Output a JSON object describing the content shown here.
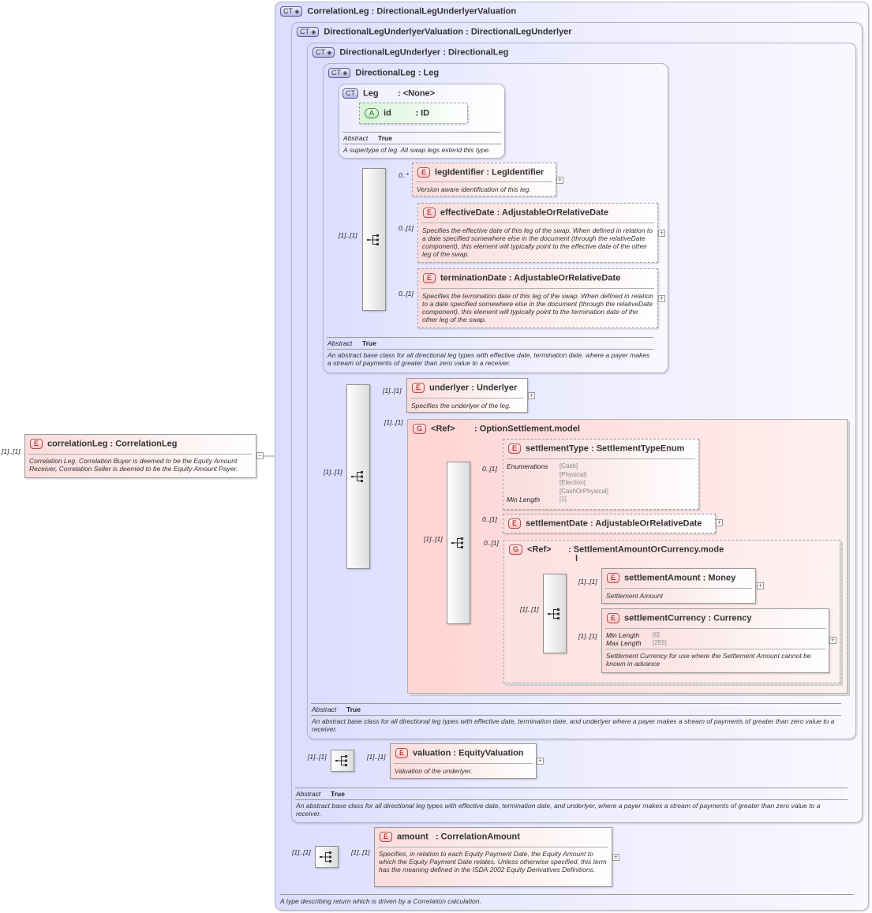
{
  "root": {
    "card": "[1]..[1]",
    "name": "correlationLeg",
    "type": "CorrelationLeg",
    "doc": "Correlation Leg. Correlation Buyer is deemed to be the Equity Amount Receiver, Correlation Seller is deemed to be the Equity Amount Payer."
  },
  "ct1": {
    "badge": "CT",
    "name": "CorrelationLeg",
    "base": "DirectionalLegUnderlyerValuation",
    "doc": "A type describing return which is driven by a Correlation calculation."
  },
  "ct2": {
    "badge": "CT",
    "name": "DirectionalLegUnderlyerValuation",
    "base": "DirectionalLegUnderlyer",
    "abstract_label": "Abstract",
    "abstract_value": "True",
    "doc": "An abstract base class for all directional leg types with effective date, termination date, and underlyer, where a payer makes a stream of payments of greater than zero value to a receiver."
  },
  "ct3": {
    "badge": "CT",
    "name": "DirectionalLegUnderlyer",
    "base": "DirectionalLeg",
    "abstract_label": "Abstract",
    "abstract_value": "True",
    "doc": "An abstract base class for all directional leg types with effective date, termination date, and underlyer where a payer makes a stream of payments of greater than zero value to a receiver."
  },
  "ct4": {
    "badge": "CT",
    "name": "DirectionalLeg",
    "base": "Leg",
    "abstract_label": "Abstract",
    "abstract_value": "True",
    "doc": "An abstract base class for all directional leg types with effective date, termination date, where a payer makes a stream of payments of greater than zero value to a receiver."
  },
  "ct5": {
    "badge": "CT",
    "name": "Leg",
    "base": "<None>",
    "abstract_label": "Abstract",
    "abstract_value": "True",
    "doc": "A supertype of leg. All swap legs extend this type."
  },
  "attr_id": {
    "badge": "A",
    "name": "id",
    "type": "ID"
  },
  "seq1": {
    "card": "[1]..[1]"
  },
  "legIdentifier": {
    "card": "0..*",
    "badge": "E",
    "name": "legIdentifier",
    "type": "LegIdentifier",
    "doc": "Version aware identification of this leg."
  },
  "effectiveDate": {
    "card": "0..[1]",
    "badge": "E",
    "name": "effectiveDate",
    "type": "AdjustableOrRelativeDate",
    "doc": "Specifies the effective date of this leg of the swap. When defined in relation to a date specified somewhere else in the document (through the relativeDate component), this element will typically point to the effective date of the other leg of the swap."
  },
  "terminationDate": {
    "card": "0..[1]",
    "badge": "E",
    "name": "terminationDate",
    "type": "AdjustableOrRelativeDate",
    "doc": "Specifies the termination date of this leg of the swap. When defined in relation to a date specified somewhere else in the document (through the relativeDate component), this element will typically point to the termination date of the other leg of the swap."
  },
  "seq2": {
    "card": "[1]..[1]"
  },
  "underlyer": {
    "card": "[1]..[1]",
    "badge": "E",
    "name": "underlyer",
    "type": "Underlyer",
    "doc": "Specifies the underlyer of the leg."
  },
  "optSettle": {
    "card": "[1]..[1]",
    "badge": "G",
    "ref": "<Ref>",
    "type": "OptionSettlement.model"
  },
  "seq3": {
    "card": "[1]..[1]"
  },
  "settlementType": {
    "card": "0..[1]",
    "badge": "E",
    "name": "settlementType",
    "type": "SettlementTypeEnum",
    "enum_label": "Enumerations",
    "enums": [
      "[Cash]",
      "[Physical]",
      "[Election]",
      "[CashOrPhysical]"
    ],
    "minlen_label": "Min Length",
    "minlen": "[1]"
  },
  "settlementDate": {
    "card": "0..[1]",
    "badge": "E",
    "name": "settlementDate",
    "type": "AdjustableOrRelativeDate"
  },
  "settleAmtOrCcy": {
    "card": "0..[1]",
    "badge": "G",
    "ref": "<Ref>",
    "type_line1": "SettlementAmountOrCurrency.mode",
    "type_line2": "l"
  },
  "seq4": {
    "card": "[1]..[1]"
  },
  "settlementAmount": {
    "card": "[1]..[1]",
    "badge": "E",
    "name": "settlementAmount",
    "type": "Money",
    "doc": "Settlement Amount"
  },
  "settlementCurrency": {
    "card": "[1]..[1]",
    "badge": "E",
    "name": "settlementCurrency",
    "type": "Currency",
    "min_label": "Min Length",
    "min": "[0]",
    "max_label": "Max Length",
    "max": "[255]",
    "doc": "Settlement Currency for use where the Settlement Amount cannot be known in advance"
  },
  "seq5": {
    "card": "[1]..[1]"
  },
  "valuation": {
    "card": "[1]..[1]",
    "badge": "E",
    "name": "valuation",
    "type": "EquityValuation",
    "doc": "Valuation of the underlyer."
  },
  "seq6": {
    "card": "[1]..[1]"
  },
  "amount": {
    "card": "[1]..[1]",
    "badge": "E",
    "name": "amount",
    "type": "CorrelationAmount",
    "doc": "Specifies, in relation to each Equity Payment Date, the Equity Amount to which the Equity Payment Date relates. Unless otherwise specified, this term has the meaning defined in the ISDA 2002 Equity Derivatives Definitions."
  },
  "sep": ":",
  "plus": "+",
  "minus": "−"
}
